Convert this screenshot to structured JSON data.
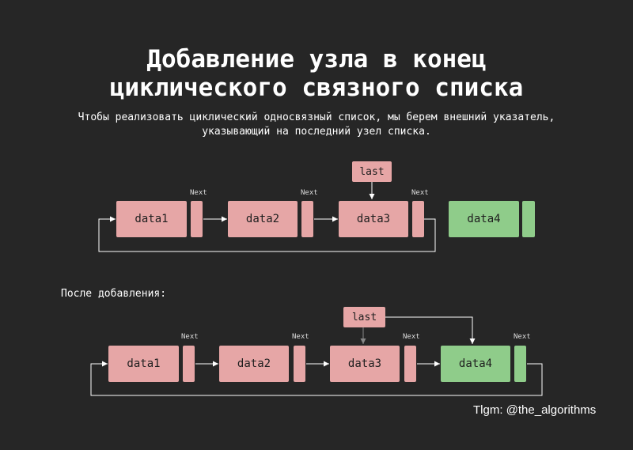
{
  "title_line1": "Добавление узла в конец",
  "title_line2": "циклического связного списка",
  "subtitle_line1": "Чтобы реализовать циклический односвязный список, мы берем внешний указатель,",
  "subtitle_line2": "указывающий на последний узел списка.",
  "before": {
    "nodes": [
      "data1",
      "data2",
      "data3",
      "data4"
    ],
    "next_label": "Next",
    "last_label": "last"
  },
  "after_label": "После добавления:",
  "after": {
    "nodes": [
      "data1",
      "data2",
      "data3",
      "data4"
    ],
    "next_label": "Next",
    "last_label": "last"
  },
  "credit": "Tlgm: @the_algorithms",
  "colors": {
    "background": "#262626",
    "node": "#e6a6a6",
    "new_node": "#8fcc8a",
    "arrow": "#ffffff"
  }
}
